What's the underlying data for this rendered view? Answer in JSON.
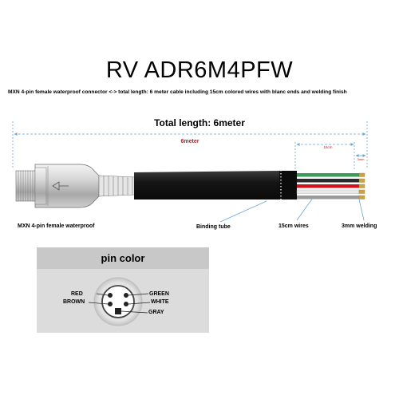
{
  "title": "RV ADR6M4PFW",
  "subtitle": "MXN 4-pin female waterproof connector <-> total length: 6 meter cable including 15cm colored wires with blanc ends and welding finish",
  "dimensions": {
    "total_label": "Total length: 6meter",
    "cable_length": "6meter",
    "wire_length": "15cm",
    "weld_length": "3mm"
  },
  "labels": {
    "connector": "MXN 4-pin female waterproof",
    "binding_tube": "Binding tube",
    "wires": "15cm wires",
    "welding": "3mm welding"
  },
  "pin_color": {
    "title": "pin color",
    "pins": {
      "red": "RED",
      "brown": "BROWN",
      "green": "GREEN",
      "white": "WHITE",
      "gray": "GRAY"
    }
  },
  "colors": {
    "dimension_line": "#6aa6d8",
    "dimension_text": "#d0141e",
    "cable": "#1a1a1a",
    "wire_green": "#3a9a5a",
    "wire_red": "#d0141e",
    "wire_brown": "#8a5a3a",
    "wire_white": "#e8e8e8",
    "wire_gray": "#9a9a9a"
  }
}
